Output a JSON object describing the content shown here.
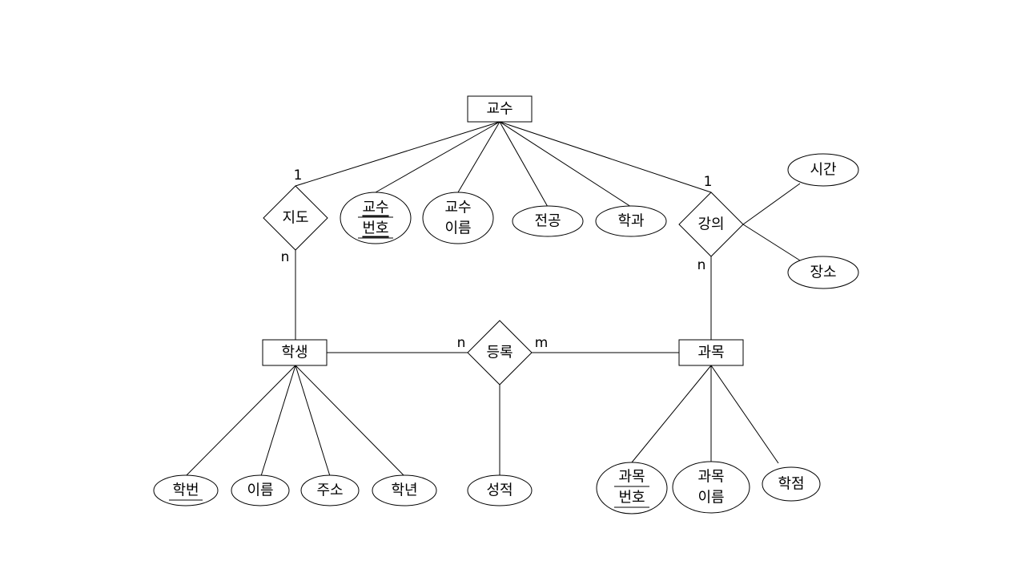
{
  "entities": {
    "professor": "교수",
    "student": "학생",
    "course": "과목"
  },
  "relationships": {
    "advise": "지도",
    "lecture": "강의",
    "enroll": "등록"
  },
  "attributes": {
    "professor_number": [
      "교수",
      "번호"
    ],
    "professor_name": [
      "교수",
      "이름"
    ],
    "major": "전공",
    "department": "학과",
    "time": "시간",
    "place": "장소",
    "student_number": "학번",
    "student_name": "이름",
    "address": "주소",
    "grade_year": "학년",
    "score": "성적",
    "course_number": [
      "과목",
      "번호"
    ],
    "course_name": [
      "과목",
      "이름"
    ],
    "credit": "학점"
  },
  "cardinalities": {
    "advise_professor": "1",
    "advise_student": "n",
    "lecture_professor": "1",
    "lecture_course": "n",
    "enroll_student": "n",
    "enroll_course": "m"
  }
}
